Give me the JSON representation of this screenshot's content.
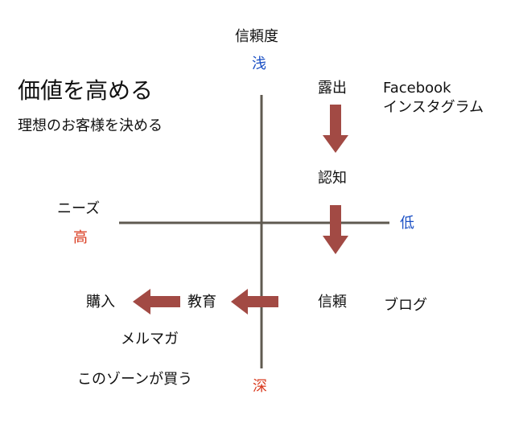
{
  "title": "価値を高める",
  "subtitle": "理想のお客様を決める",
  "axis": {
    "top_label": "信頼度",
    "top_value": "浅",
    "bottom_value": "深",
    "left_label": "ニーズ",
    "left_value": "高",
    "right_value": "低"
  },
  "stages": {
    "exposure": "露出",
    "awareness": "認知",
    "trust": "信頼",
    "education": "教育",
    "purchase": "購入"
  },
  "channels": {
    "exposure": [
      "Facebook",
      "インスタグラム"
    ],
    "trust": "ブログ",
    "education": "メルマガ"
  },
  "zone_note": "このゾーンが買う",
  "colors": {
    "axis": "#5f5a50",
    "arrow": "#a24a44",
    "blue": "#1a4fc4",
    "red": "#d93a1e"
  }
}
